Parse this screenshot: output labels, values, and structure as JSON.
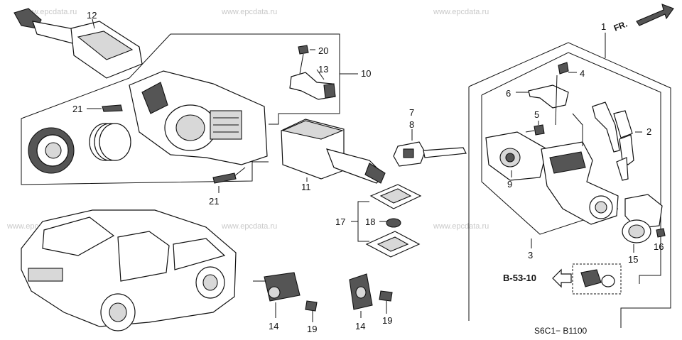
{
  "watermark": "www.epcdata.ru",
  "direction_label": "FR.",
  "diagram_code": "S6C1− B1100",
  "reference": "B-53-10",
  "callouts": {
    "c1": "1",
    "c2": "2",
    "c3": "3",
    "c4": "4",
    "c5": "5",
    "c6": "6",
    "c7": "7",
    "c8": "8",
    "c9": "9",
    "c10": "10",
    "c11": "11",
    "c12": "12",
    "c13": "13",
    "c14a": "14",
    "c14b": "14",
    "c15": "15",
    "c16": "16",
    "c17": "17",
    "c18": "18",
    "c19a": "19",
    "c19b": "19",
    "c20": "20",
    "c21a": "21",
    "c21b": "21"
  },
  "colors": {
    "line": "#111111",
    "watermark": "#c9c9c9",
    "background": "#ffffff"
  }
}
